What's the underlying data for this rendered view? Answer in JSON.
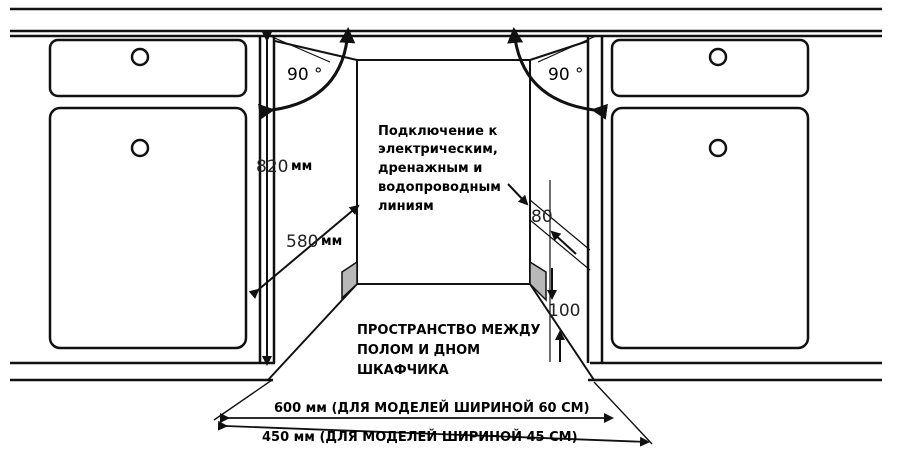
{
  "left_cabinet": {
    "angle": "90 °",
    "height_number": "820",
    "height_unit": "мм",
    "depth_number": "580",
    "depth_unit": "мм"
  },
  "right_cabinet": {
    "angle": "90 °"
  },
  "connection_note": [
    "Подключение к",
    "электрическим,",
    "дренажным и",
    "водопроводным",
    "линиям"
  ],
  "right_dims": {
    "upper": "80",
    "lower": "100"
  },
  "floor_note": [
    "ПРОСТРАНСТВО МЕЖДУ",
    "ПОЛОМ И ДНОМ",
    "ШКАФЧИКА"
  ],
  "width_600": "600 мм (ДЛЯ МОДЕЛЕЙ ШИРИНОЙ 60 СМ)",
  "width_450": "450 мм (ДЛЯ МОДЕЛЕЙ ШИРИНОЙ 45 СМ)"
}
